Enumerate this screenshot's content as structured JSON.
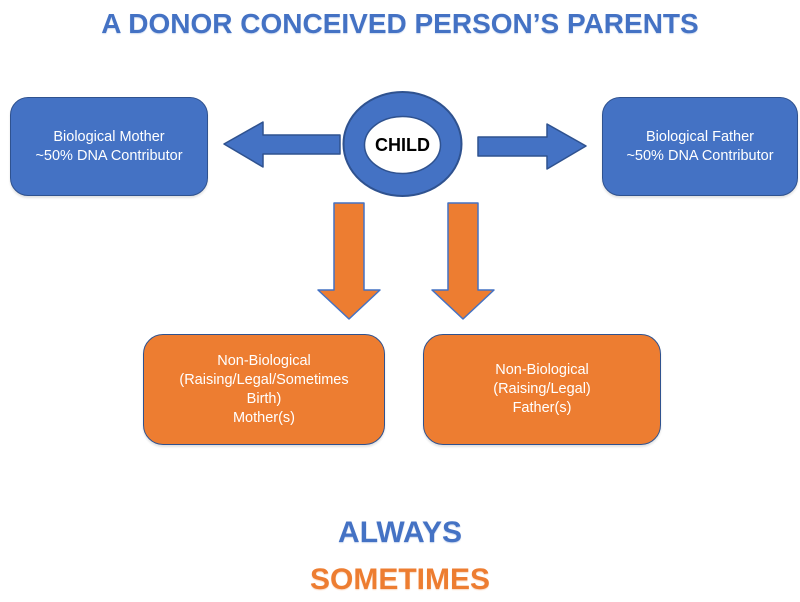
{
  "title": "A DONOR CONCEIVED PERSON’S PARENTS",
  "child": {
    "label": "CHILD"
  },
  "boxes": {
    "bio_mother": {
      "lines": [
        "Biological Mother",
        "~50% DNA Contributor"
      ]
    },
    "bio_father": {
      "lines": [
        "Biological Father",
        "~50% DNA Contributor"
      ]
    },
    "non_bio_mother": {
      "lines": [
        "Non-Biological",
        "(Raising/Legal/Sometimes",
        "Birth)",
        "Mother(s)"
      ]
    },
    "non_bio_father": {
      "lines": [
        "Non-Biological",
        "(Raising/Legal)",
        "Father(s)"
      ]
    }
  },
  "legend": {
    "always": "ALWAYS",
    "sometimes": "SOMETIMES"
  },
  "colors": {
    "blue": "#4472C4",
    "blue_border": "#2F528F",
    "orange": "#ED7D31",
    "box_text": "#FFFFFF",
    "child_text": "#000000",
    "background": "#FFFFFF"
  }
}
